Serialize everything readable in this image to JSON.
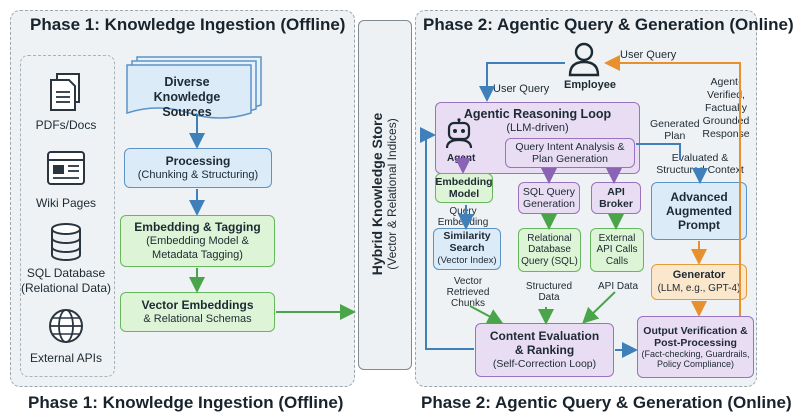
{
  "phase1": {
    "title": "Phase 1: Knowledge Ingestion (Offline)",
    "footer": "Phase 1: Knowledge Ingestion (Offline)",
    "sources": [
      {
        "icon": "document-icon",
        "label": "PDFs/Docs"
      },
      {
        "icon": "browser-window-icon",
        "label": "Wiki Pages"
      },
      {
        "icon": "database-icon",
        "label": "SQL Database (Relational Data)"
      },
      {
        "icon": "globe-icon",
        "label": "External APIs"
      }
    ],
    "diverse": "Diverse Knowledge Sources",
    "processing": {
      "title": "Processing",
      "sub": "(Chunking & Structuring)"
    },
    "embedding": {
      "title": "Embedding & Tagging",
      "sub": "(Embedding Model & Metadata Tagging)"
    },
    "vectors": {
      "title": "Vector Embeddings",
      "sub": "& Relational Schemas"
    }
  },
  "store": {
    "title": "Hybrid Knowledge Store",
    "sub": "(Vector & Relational Indices)"
  },
  "phase2": {
    "title": "Phase 2: Agentic Query & Generation (Online)",
    "footer": "Phase 2: Agentic Query & Generation (Online)",
    "employee": "Employee",
    "user_query_top": "User Query",
    "user_query_left": "User Query",
    "verified": "Agent-Verified, Factually Grounded Response",
    "reasoning": {
      "title": "Agentic Reasoning Loop",
      "sub": "(LLM-driven)"
    },
    "agent": "Agent",
    "intent": "Query Intent Analysis & Plan Generation",
    "generated_plan": "Generated Plan",
    "evaluated": "Evaluated & Structured Context",
    "embedding_model": "Embedding Model",
    "query_embedding": "Query Embedding",
    "similarity": {
      "title": "Similarity Search",
      "sub": "(Vector Index)"
    },
    "vector_chunks": "Vector Retrieved Chunks",
    "sql_gen": "SQL Query Generation",
    "relational": "Relational Database Query (SQL)",
    "structured": "Structured Data",
    "api_broker": "API Broker",
    "external_calls": "External API Calls Calls",
    "api_data": "API Data",
    "advanced": "Advanced Augmented Prompt",
    "generator": {
      "title": "Generator",
      "sub": "(LLM, e.g., GPT-4)"
    },
    "content_eval": {
      "title": "Content Evaluation & Ranking",
      "sub": "(Self-Correction Loop)"
    },
    "output_verif": {
      "title": "Output Verification & Post-Processing",
      "sub": "(Fact-checking, Guardrails, Policy Compliance)"
    }
  }
}
